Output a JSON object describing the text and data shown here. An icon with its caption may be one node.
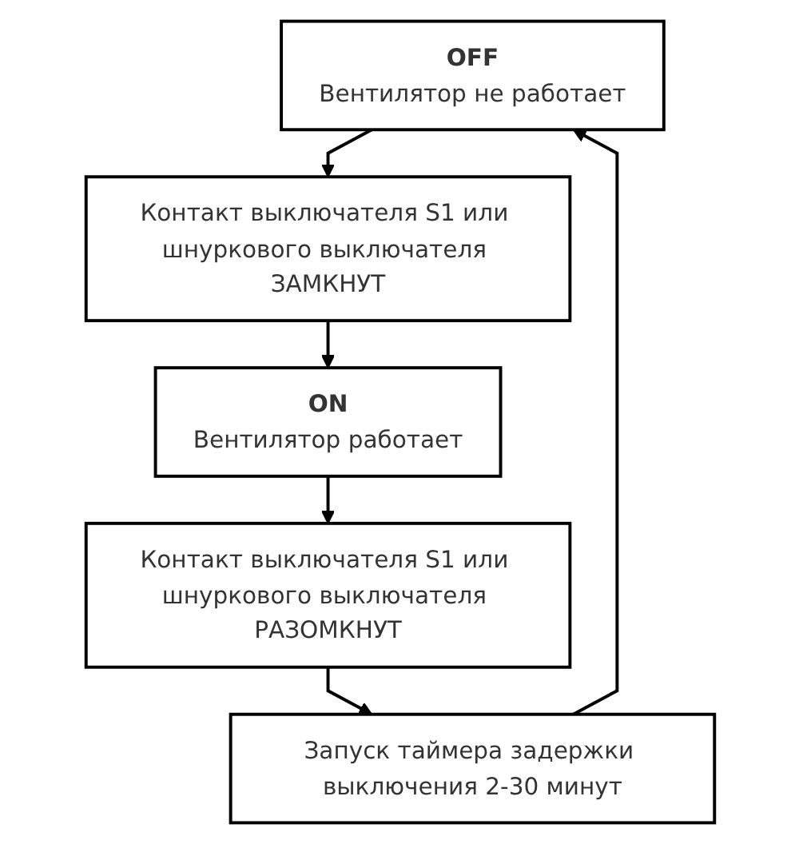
{
  "diagram": {
    "nodes": [
      {
        "text": [
          "OFF",
          "Вентилятор не работает"
        ]
      },
      {
        "text": [
          "Контакт выключателя S1 или шнуркового выключателя ЗАМКНУТ"
        ]
      },
      {
        "text": [
          "ON",
          "Вентилятор работает"
        ]
      },
      {
        "text": [
          "Контакт выключателя S1 или шнуркового выключателя РАЗОМКНУТ"
        ]
      },
      {
        "text": [
          "Запуск таймера задержки выключения 2-30 минут"
        ]
      }
    ],
    "edges": [
      {
        "from": 0,
        "to": 1,
        "arrow": "to"
      },
      {
        "from": 1,
        "to": 2,
        "arrow": "to"
      },
      {
        "from": 2,
        "to": 3,
        "arrow": "to"
      },
      {
        "from": 3,
        "to": 4,
        "arrow": "to"
      },
      {
        "from": 4,
        "to": 0,
        "arrow": "to"
      }
    ]
  }
}
